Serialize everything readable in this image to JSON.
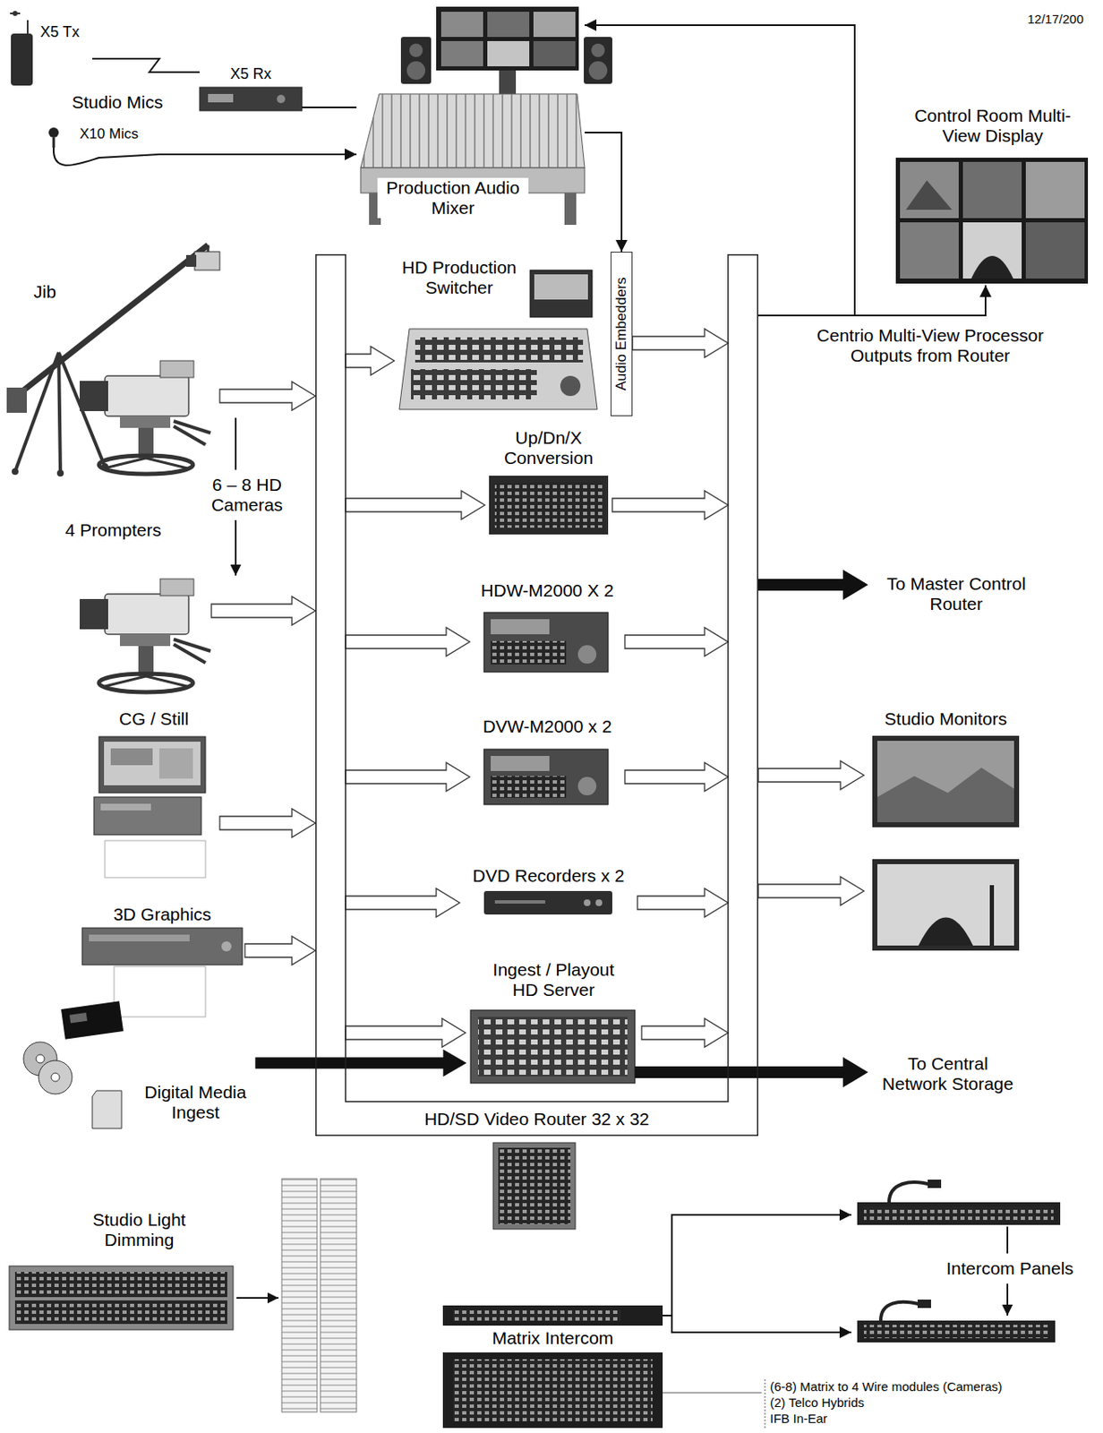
{
  "diagram": {
    "nodes": [
      {
        "text": [
          "X5 Tx"
        ]
      },
      {
        "text": [
          "X5 Rx"
        ]
      },
      {
        "text": [
          "X10 Mics"
        ]
      },
      {
        "text": [
          "Production Audio Mixer"
        ]
      },
      {
        "text": [
          "Control Room Multi-View Display"
        ]
      },
      {
        "text": [
          "Jib"
        ]
      },
      {
        "text": [
          "HD Production Switcher"
        ]
      },
      {
        "text": [
          "Audio Embedders"
        ]
      },
      {
        "text": [
          "Up/Dn/X Conversion"
        ]
      },
      {
        "text": [
          "HDW-M2000 X 2"
        ]
      },
      {
        "text": [
          "DVW-M2000 x 2"
        ]
      },
      {
        "text": [
          "DVD Recorders x 2"
        ]
      },
      {
        "text": [
          "Ingest / Playout HD Server"
        ]
      },
      {
        "text": [
          "CG / Still"
        ]
      },
      {
        "text": [
          "3D Graphics"
        ]
      },
      {
        "text": [
          "Digital Media Ingest"
        ]
      },
      {
        "text": [
          "HD/SD Video Router 32 x 32"
        ]
      },
      {
        "text": [
          "Studio Monitors"
        ]
      },
      {
        "text": [
          "Studio Light Dimming"
        ]
      },
      {
        "text": [
          "Matrix Intercom"
        ]
      },
      {
        "text": [
          "Intercom Panels"
        ]
      }
    ],
    "edges": [
      {
        "from": 0,
        "to": 1,
        "arrow": "none"
      },
      {
        "from": 1,
        "to": 3,
        "arrow": "none"
      },
      {
        "from": 2,
        "to": 3,
        "arrow": "to"
      },
      {
        "from": 3,
        "to": 7,
        "arrow": "to"
      },
      {
        "from": 16,
        "to": 3,
        "arrow": "to"
      },
      {
        "from": 16,
        "to": 4,
        "label": "Centrio Multi-View Processor Outputs from Router",
        "arrow": "to"
      },
      {
        "from": 5,
        "to": 16,
        "arrow": "to"
      },
      {
        "from": 13,
        "to": 16,
        "arrow": "to"
      },
      {
        "from": 14,
        "to": 16,
        "arrow": "to"
      },
      {
        "from": 15,
        "to": 12,
        "arrow": "to"
      },
      {
        "from": 16,
        "to": 6,
        "arrow": "to"
      },
      {
        "from": 16,
        "to": 8,
        "arrow": "to"
      },
      {
        "from": 16,
        "to": 9,
        "arrow": "to"
      },
      {
        "from": 16,
        "to": 10,
        "arrow": "to"
      },
      {
        "from": 16,
        "to": 11,
        "arrow": "to"
      },
      {
        "from": 16,
        "to": 12,
        "arrow": "to"
      },
      {
        "from": 7,
        "to": 16,
        "arrow": "to"
      },
      {
        "from": 8,
        "to": 16,
        "arrow": "to"
      },
      {
        "from": 9,
        "to": 16,
        "arrow": "to"
      },
      {
        "from": 10,
        "to": 16,
        "arrow": "to"
      },
      {
        "from": 11,
        "to": 16,
        "arrow": "to"
      },
      {
        "from": 12,
        "to": 16,
        "arrow": "to"
      },
      {
        "from": 16,
        "to": 17,
        "arrow": "to"
      },
      {
        "from": 16,
        "to": 17,
        "arrow": "to"
      },
      {
        "from": 19,
        "to": 20,
        "arrow": "to"
      },
      {
        "from": 19,
        "to": 20,
        "arrow": "to"
      }
    ],
    "labels": [
      "12/17/200",
      "Studio Mics",
      "6 – 8 HD Cameras",
      "4 Prompters",
      "To Master Control Router",
      "To Central Network Storage",
      "(6-8) Matrix to 4 Wire modules (Cameras)",
      "(2) Telco Hybrids",
      "IFB In-Ear"
    ]
  }
}
